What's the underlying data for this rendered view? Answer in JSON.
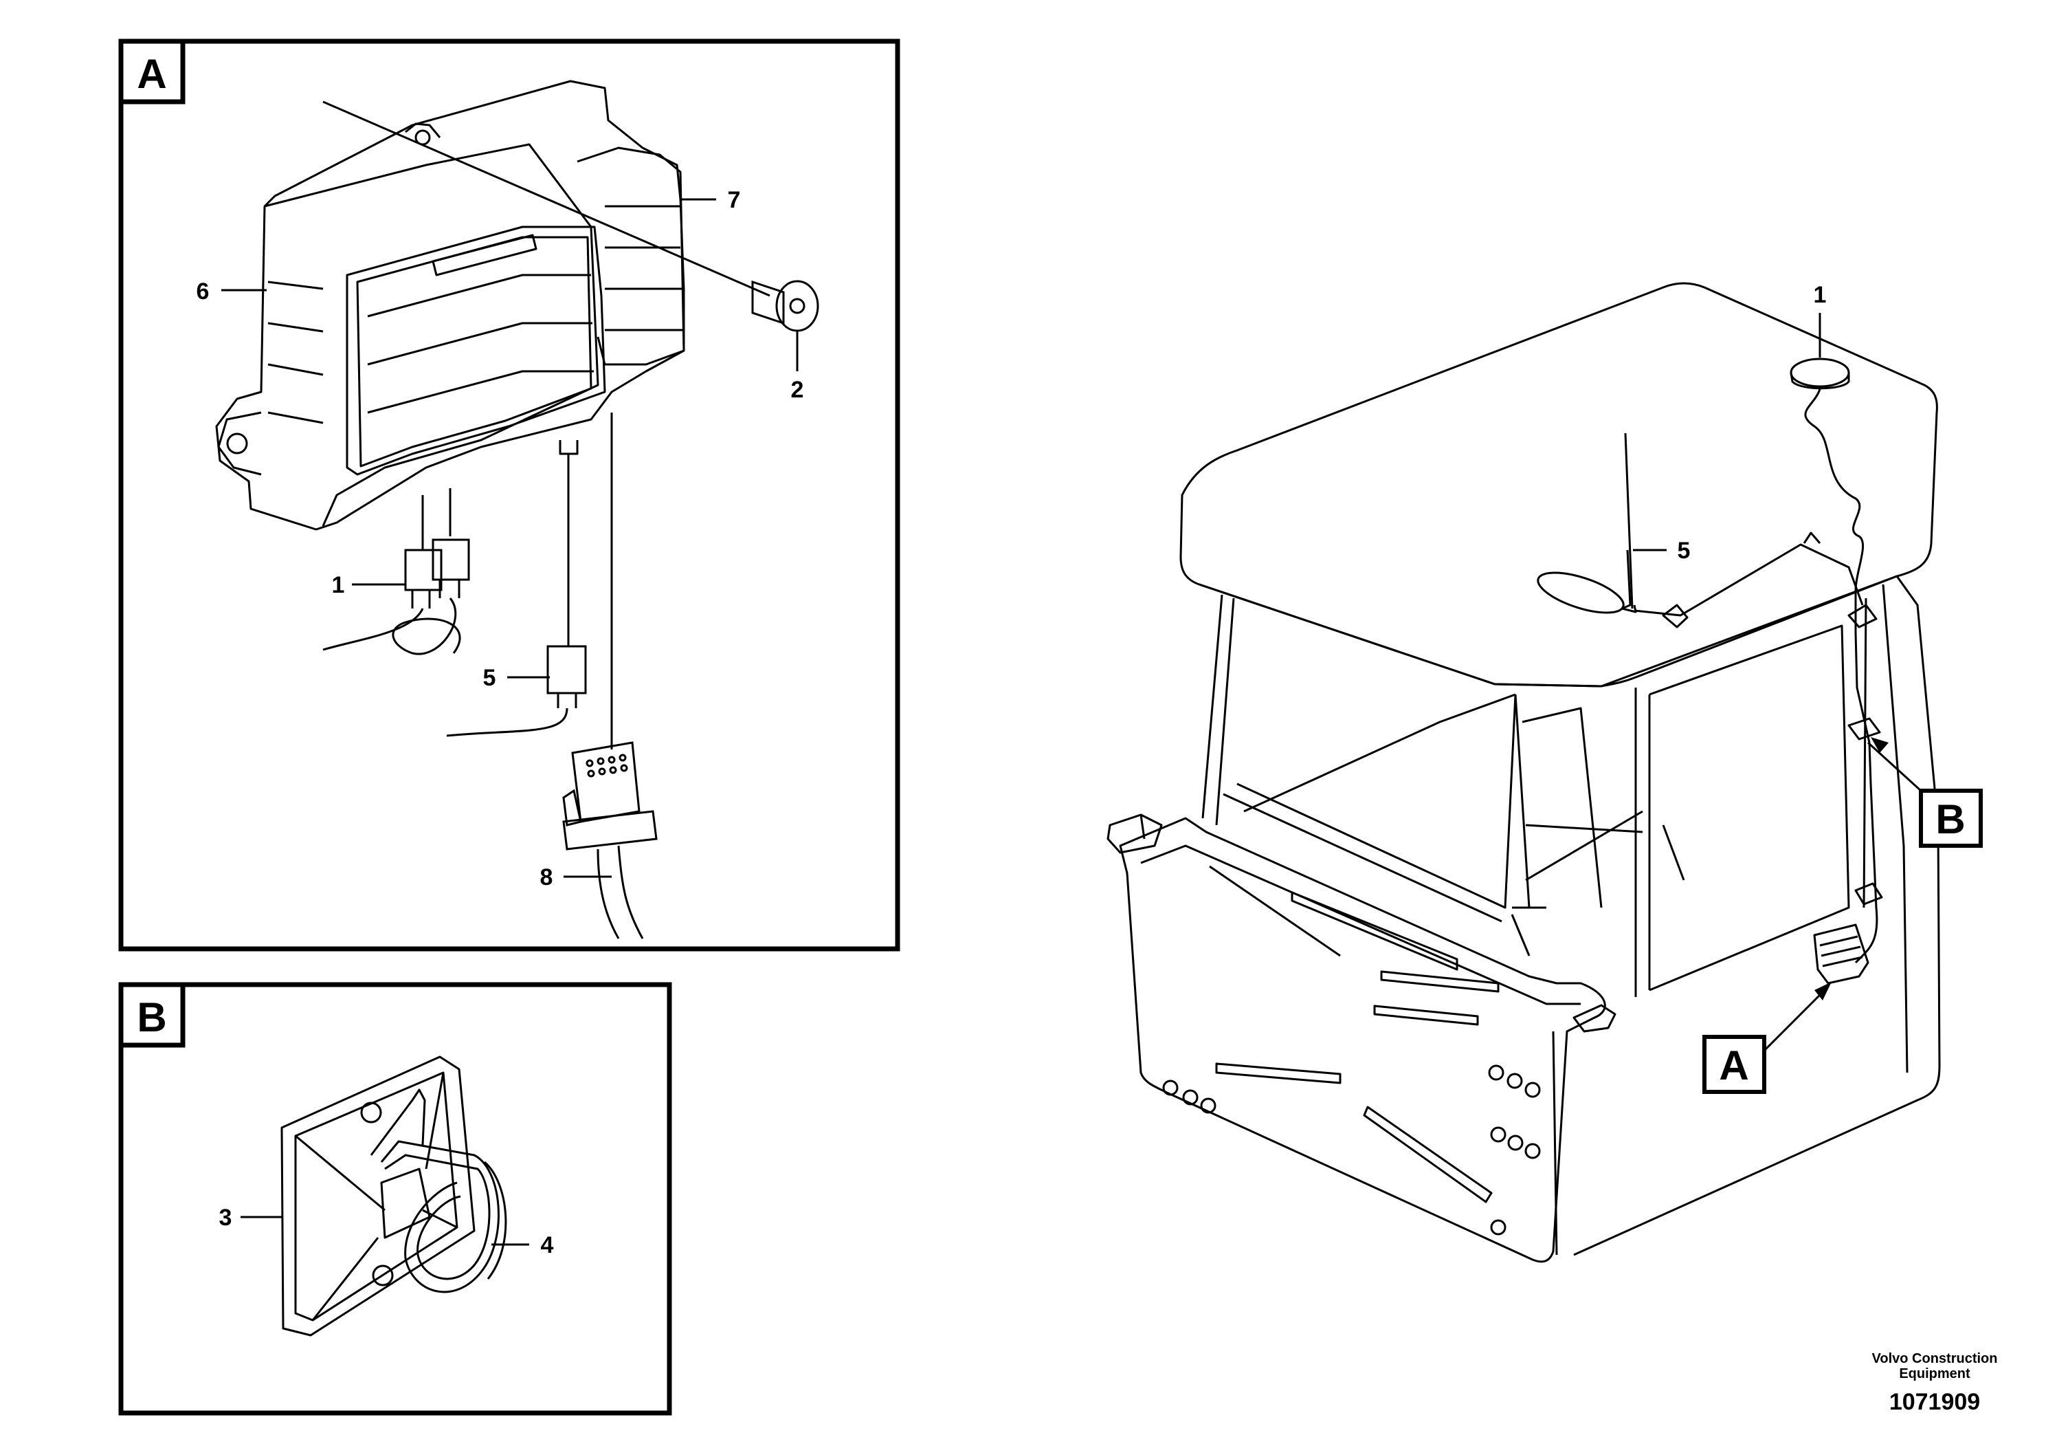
{
  "detail_a": {
    "tag": "A",
    "callouts": {
      "c6": "6",
      "c7": "7",
      "c2": "2",
      "c1": "1",
      "c5": "5",
      "c8": "8"
    }
  },
  "detail_b": {
    "tag": "B",
    "callouts": {
      "c3": "3",
      "c4": "4"
    }
  },
  "overview": {
    "callouts": {
      "c1": "1",
      "c5": "5"
    },
    "tag_a": "A",
    "tag_b": "B"
  },
  "credit": {
    "line1": "Volvo Construction",
    "line2": "Equipment",
    "number": "1071909"
  }
}
